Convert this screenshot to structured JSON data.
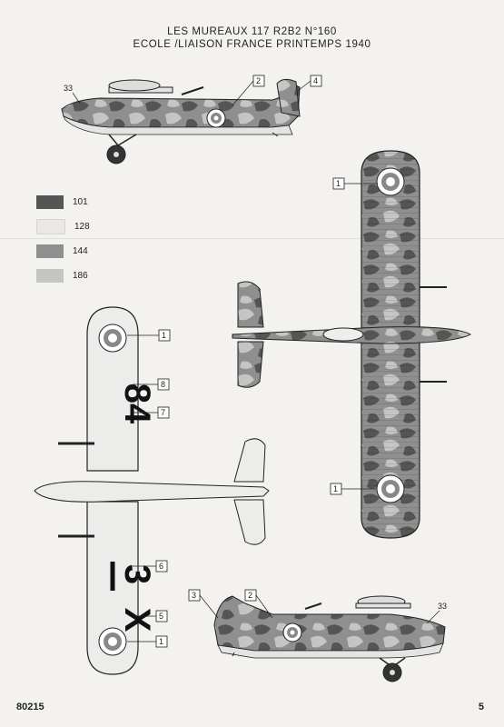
{
  "title": {
    "line1": "LES MUREAUX  117  R2B2  N°160",
    "line2": "ECOLE /LIAISON  FRANCE  PRINTEMPS  1940"
  },
  "legend": [
    {
      "code": "101",
      "color": "#555555"
    },
    {
      "code": "128",
      "color": "#e9e8e4"
    },
    {
      "code": "144",
      "color": "#8f8f8f"
    },
    {
      "code": "186",
      "color": "#c5c5c5"
    }
  ],
  "callouts": {
    "top_profile": [
      "33",
      "2",
      "4"
    ],
    "top_view": [
      "1",
      "1"
    ],
    "bottom_view": [
      "1",
      "8",
      "7",
      "6",
      "5",
      "1"
    ],
    "bottom_profile": [
      "3",
      "2",
      "33"
    ]
  },
  "underwing_codes": [
    "84",
    "X",
    "3"
  ],
  "footer": {
    "catalog": "80215",
    "page": "5"
  }
}
